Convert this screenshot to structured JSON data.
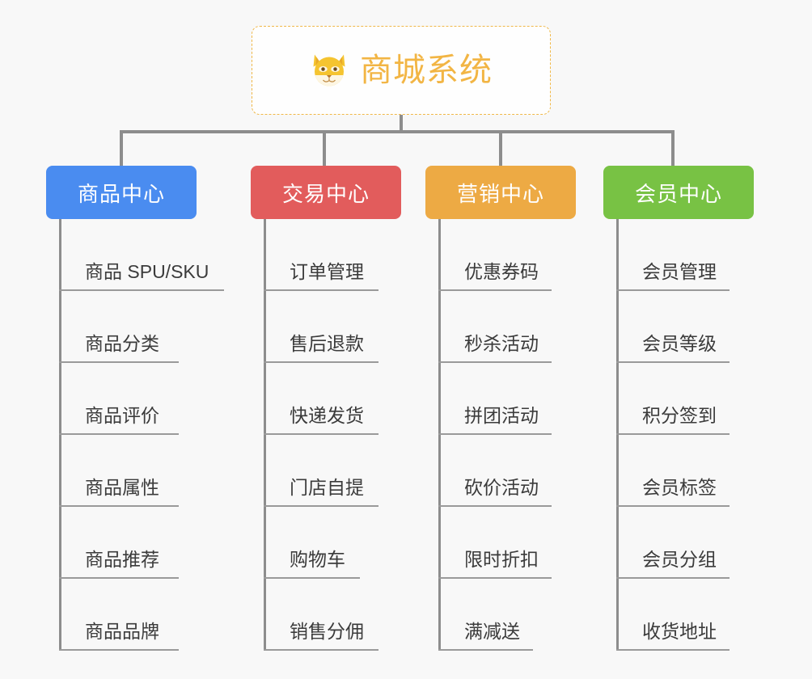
{
  "canvas": {
    "background": "#f8f8f8",
    "connector_color": "#8d8d8d"
  },
  "root": {
    "title": "商城系统",
    "icon": "shiba-dog-face-emoji",
    "border_color": "#f0b849",
    "text_color": "#f2b544",
    "border_style": "dashed"
  },
  "branches": [
    {
      "label": "商品中心",
      "color": "#4a8cf0",
      "items": [
        {
          "label": "商品 SPU/SKU",
          "underline_width": 204
        },
        {
          "label": "商品分类",
          "underline_width": 148
        },
        {
          "label": "商品评价",
          "underline_width": 148
        },
        {
          "label": "商品属性",
          "underline_width": 148
        },
        {
          "label": "商品推荐",
          "underline_width": 148
        },
        {
          "label": "商品品牌",
          "underline_width": 148
        }
      ]
    },
    {
      "label": "交易中心",
      "color": "#e25c5c",
      "items": [
        {
          "label": "订单管理",
          "underline_width": 142
        },
        {
          "label": "售后退款",
          "underline_width": 142
        },
        {
          "label": "快递发货",
          "underline_width": 142
        },
        {
          "label": "门店自提",
          "underline_width": 142
        },
        {
          "label": "购物车",
          "underline_width": 119
        },
        {
          "label": "销售分佣",
          "underline_width": 142
        }
      ]
    },
    {
      "label": "营销中心",
      "color": "#edaa44",
      "items": [
        {
          "label": "优惠券码",
          "underline_width": 140
        },
        {
          "label": "秒杀活动",
          "underline_width": 140
        },
        {
          "label": "拼团活动",
          "underline_width": 140
        },
        {
          "label": "砍价活动",
          "underline_width": 140
        },
        {
          "label": "限时折扣",
          "underline_width": 140
        },
        {
          "label": "满减送",
          "underline_width": 117
        }
      ]
    },
    {
      "label": "会员中心",
      "color": "#78c244",
      "items": [
        {
          "label": "会员管理",
          "underline_width": 140
        },
        {
          "label": "会员等级",
          "underline_width": 140
        },
        {
          "label": "积分签到",
          "underline_width": 140
        },
        {
          "label": "会员标签",
          "underline_width": 140
        },
        {
          "label": "会员分组",
          "underline_width": 140
        },
        {
          "label": "收货地址",
          "underline_width": 140
        }
      ]
    }
  ]
}
